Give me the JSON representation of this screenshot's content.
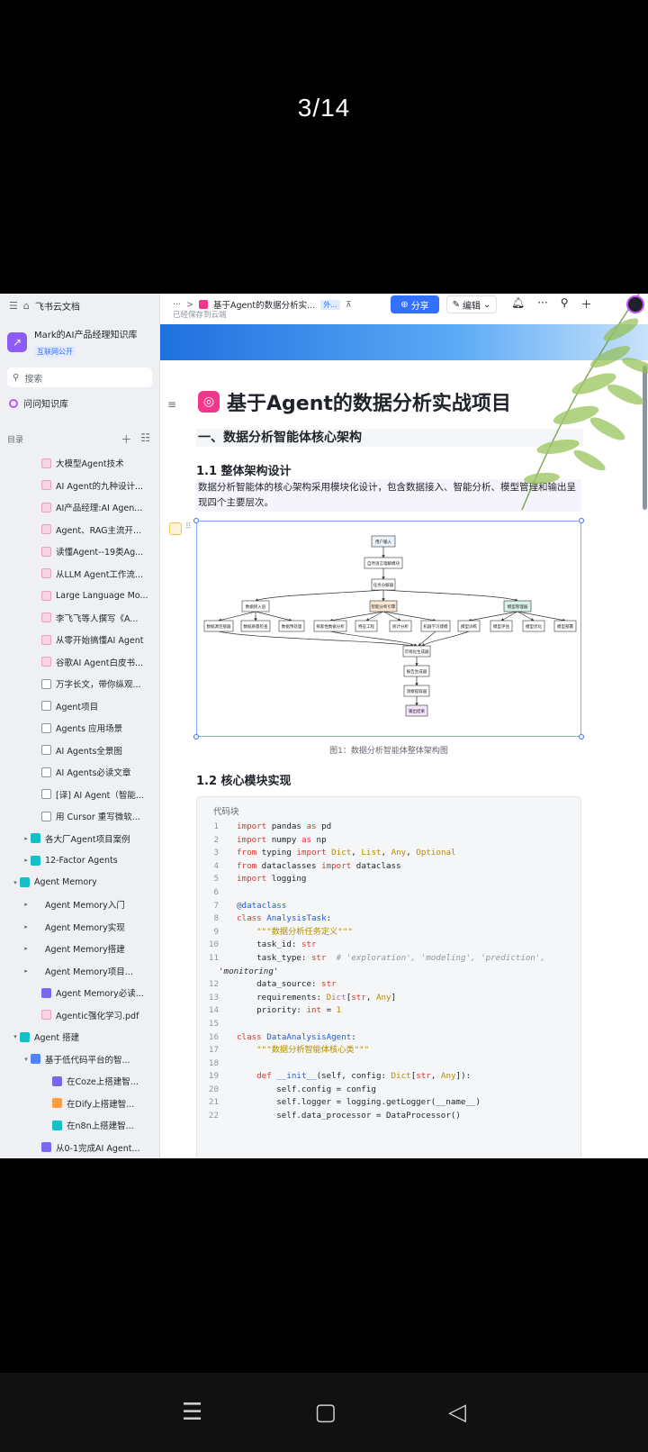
{
  "viewer": {
    "counter": "3/14"
  },
  "sidebar": {
    "app_name": "飞书云文档",
    "space_name": "Mark的AI产品经理知识库",
    "space_badge": "互联网公开",
    "search_placeholder": "搜索",
    "ask_label": "问问知识库",
    "toc_label": "目录",
    "items": [
      {
        "label": "大模型Agent技术",
        "icon": "pink",
        "indent": 3,
        "arrow": ""
      },
      {
        "label": "AI Agent的九种设计...",
        "icon": "pink",
        "indent": 3,
        "arrow": ""
      },
      {
        "label": "AI产品经理:AI Agen...",
        "icon": "pink",
        "indent": 3,
        "arrow": ""
      },
      {
        "label": "Agent、RAG主流开...",
        "icon": "pink",
        "indent": 3,
        "arrow": ""
      },
      {
        "label": "读懂Agent--19类Ag...",
        "icon": "pink",
        "indent": 3,
        "arrow": ""
      },
      {
        "label": "从LLM Agent工作流...",
        "icon": "pink",
        "indent": 3,
        "arrow": ""
      },
      {
        "label": "Large Language Mo...",
        "icon": "pink",
        "indent": 3,
        "arrow": ""
      },
      {
        "label": "李飞飞等人撰写《A...",
        "icon": "pink",
        "indent": 3,
        "arrow": ""
      },
      {
        "label": "从零开始搞懂AI Agent",
        "icon": "pink",
        "indent": 3,
        "arrow": ""
      },
      {
        "label": "谷歌AI Agent白皮书...",
        "icon": "pink",
        "indent": 3,
        "arrow": ""
      },
      {
        "label": "万字长文，带你纵观...",
        "icon": "doc",
        "indent": 3,
        "arrow": ""
      },
      {
        "label": "Agent项目",
        "icon": "doc",
        "indent": 3,
        "arrow": ""
      },
      {
        "label": "Agents 应用场景",
        "icon": "doc",
        "indent": 3,
        "arrow": ""
      },
      {
        "label": "AI Agents全景图",
        "icon": "doc",
        "indent": 3,
        "arrow": ""
      },
      {
        "label": "AI Agents必读文章",
        "icon": "doc",
        "indent": 3,
        "arrow": ""
      },
      {
        "label": "[译] AI Agent（智能...",
        "icon": "doc",
        "indent": 3,
        "arrow": ""
      },
      {
        "label": "用 Cursor 重写微软...",
        "icon": "doc",
        "indent": 3,
        "arrow": ""
      },
      {
        "label": "各大厂Agent项目案例",
        "icon": "teal",
        "indent": 2,
        "arrow": "▸"
      },
      {
        "label": "12-Factor Agents",
        "icon": "teal",
        "indent": 2,
        "arrow": "▸"
      },
      {
        "label": "Agent Memory",
        "icon": "teal",
        "indent": 1,
        "arrow": "▾"
      },
      {
        "label": "Agent Memory入门",
        "icon": "emoji",
        "indent": 2,
        "arrow": "▸"
      },
      {
        "label": "Agent Memory实现",
        "icon": "emoji",
        "indent": 2,
        "arrow": "▸"
      },
      {
        "label": "Agent Memory搭建",
        "icon": "emoji",
        "indent": 2,
        "arrow": "▸"
      },
      {
        "label": "Agent Memory项目...",
        "icon": "emoji",
        "indent": 2,
        "arrow": "▸"
      },
      {
        "label": "Agent Memory必读...",
        "icon": "purple",
        "indent": 3,
        "arrow": ""
      },
      {
        "label": "Agentic强化学习.pdf",
        "icon": "pink",
        "indent": 3,
        "arrow": ""
      },
      {
        "label": "Agent 搭建",
        "icon": "teal",
        "indent": 1,
        "arrow": "▾"
      },
      {
        "label": "基于低代码平台的智...",
        "icon": "blue",
        "indent": 2,
        "arrow": "▾"
      },
      {
        "label": "在Coze上搭建智...",
        "icon": "purple",
        "indent": 4,
        "arrow": ""
      },
      {
        "label": "在Dify上搭建智...",
        "icon": "orange",
        "indent": 4,
        "arrow": ""
      },
      {
        "label": "在n8n上搭建智...",
        "icon": "teal",
        "indent": 4,
        "arrow": ""
      },
      {
        "label": "从0-1完成AI Agent...",
        "icon": "purple",
        "indent": 3,
        "arrow": ""
      }
    ]
  },
  "topbar": {
    "more": "···",
    "sep": ">",
    "doc_title": "基于Agent的数据分析实...",
    "badge": "外...",
    "pin": "⊼",
    "saved": "已经保存到云端",
    "share_label": "分享",
    "edit_label": "编辑"
  },
  "doc": {
    "title": "基于Agent的数据分析实战项目",
    "h1": "一、数据分析智能体核心架构",
    "h2a": "1.1 整体架构设计",
    "para": "数据分析智能体的核心架构采用模块化设计，包含数据接入、智能分析、模型管理和输出呈现四个主要层次。",
    "figure": {
      "n1": "用户输入",
      "n2": "自然语言理解模块",
      "n3": "任务分解器",
      "n4a": "数据接入层",
      "n4b": "智能分析引擎",
      "n4c": "模型管理器",
      "l1": "数据源连接器",
      "l2": "数据质量检查",
      "l3": "数据预处理",
      "l4": "探索性数据分析",
      "l5": "特征工程",
      "l6": "统计分析",
      "l7": "机器学习建模",
      "l8": "模型训练",
      "l9": "模型评估",
      "l10": "模型优化",
      "l11": "模型部署",
      "r1": "可视化生成器",
      "r2": "报告生成器",
      "r3": "洞察提取器",
      "r4": "输出结果"
    },
    "caption": "图1：数据分析智能体整体架构图",
    "h2b": "1.2 核心模块实现",
    "code_label": "代码块"
  }
}
